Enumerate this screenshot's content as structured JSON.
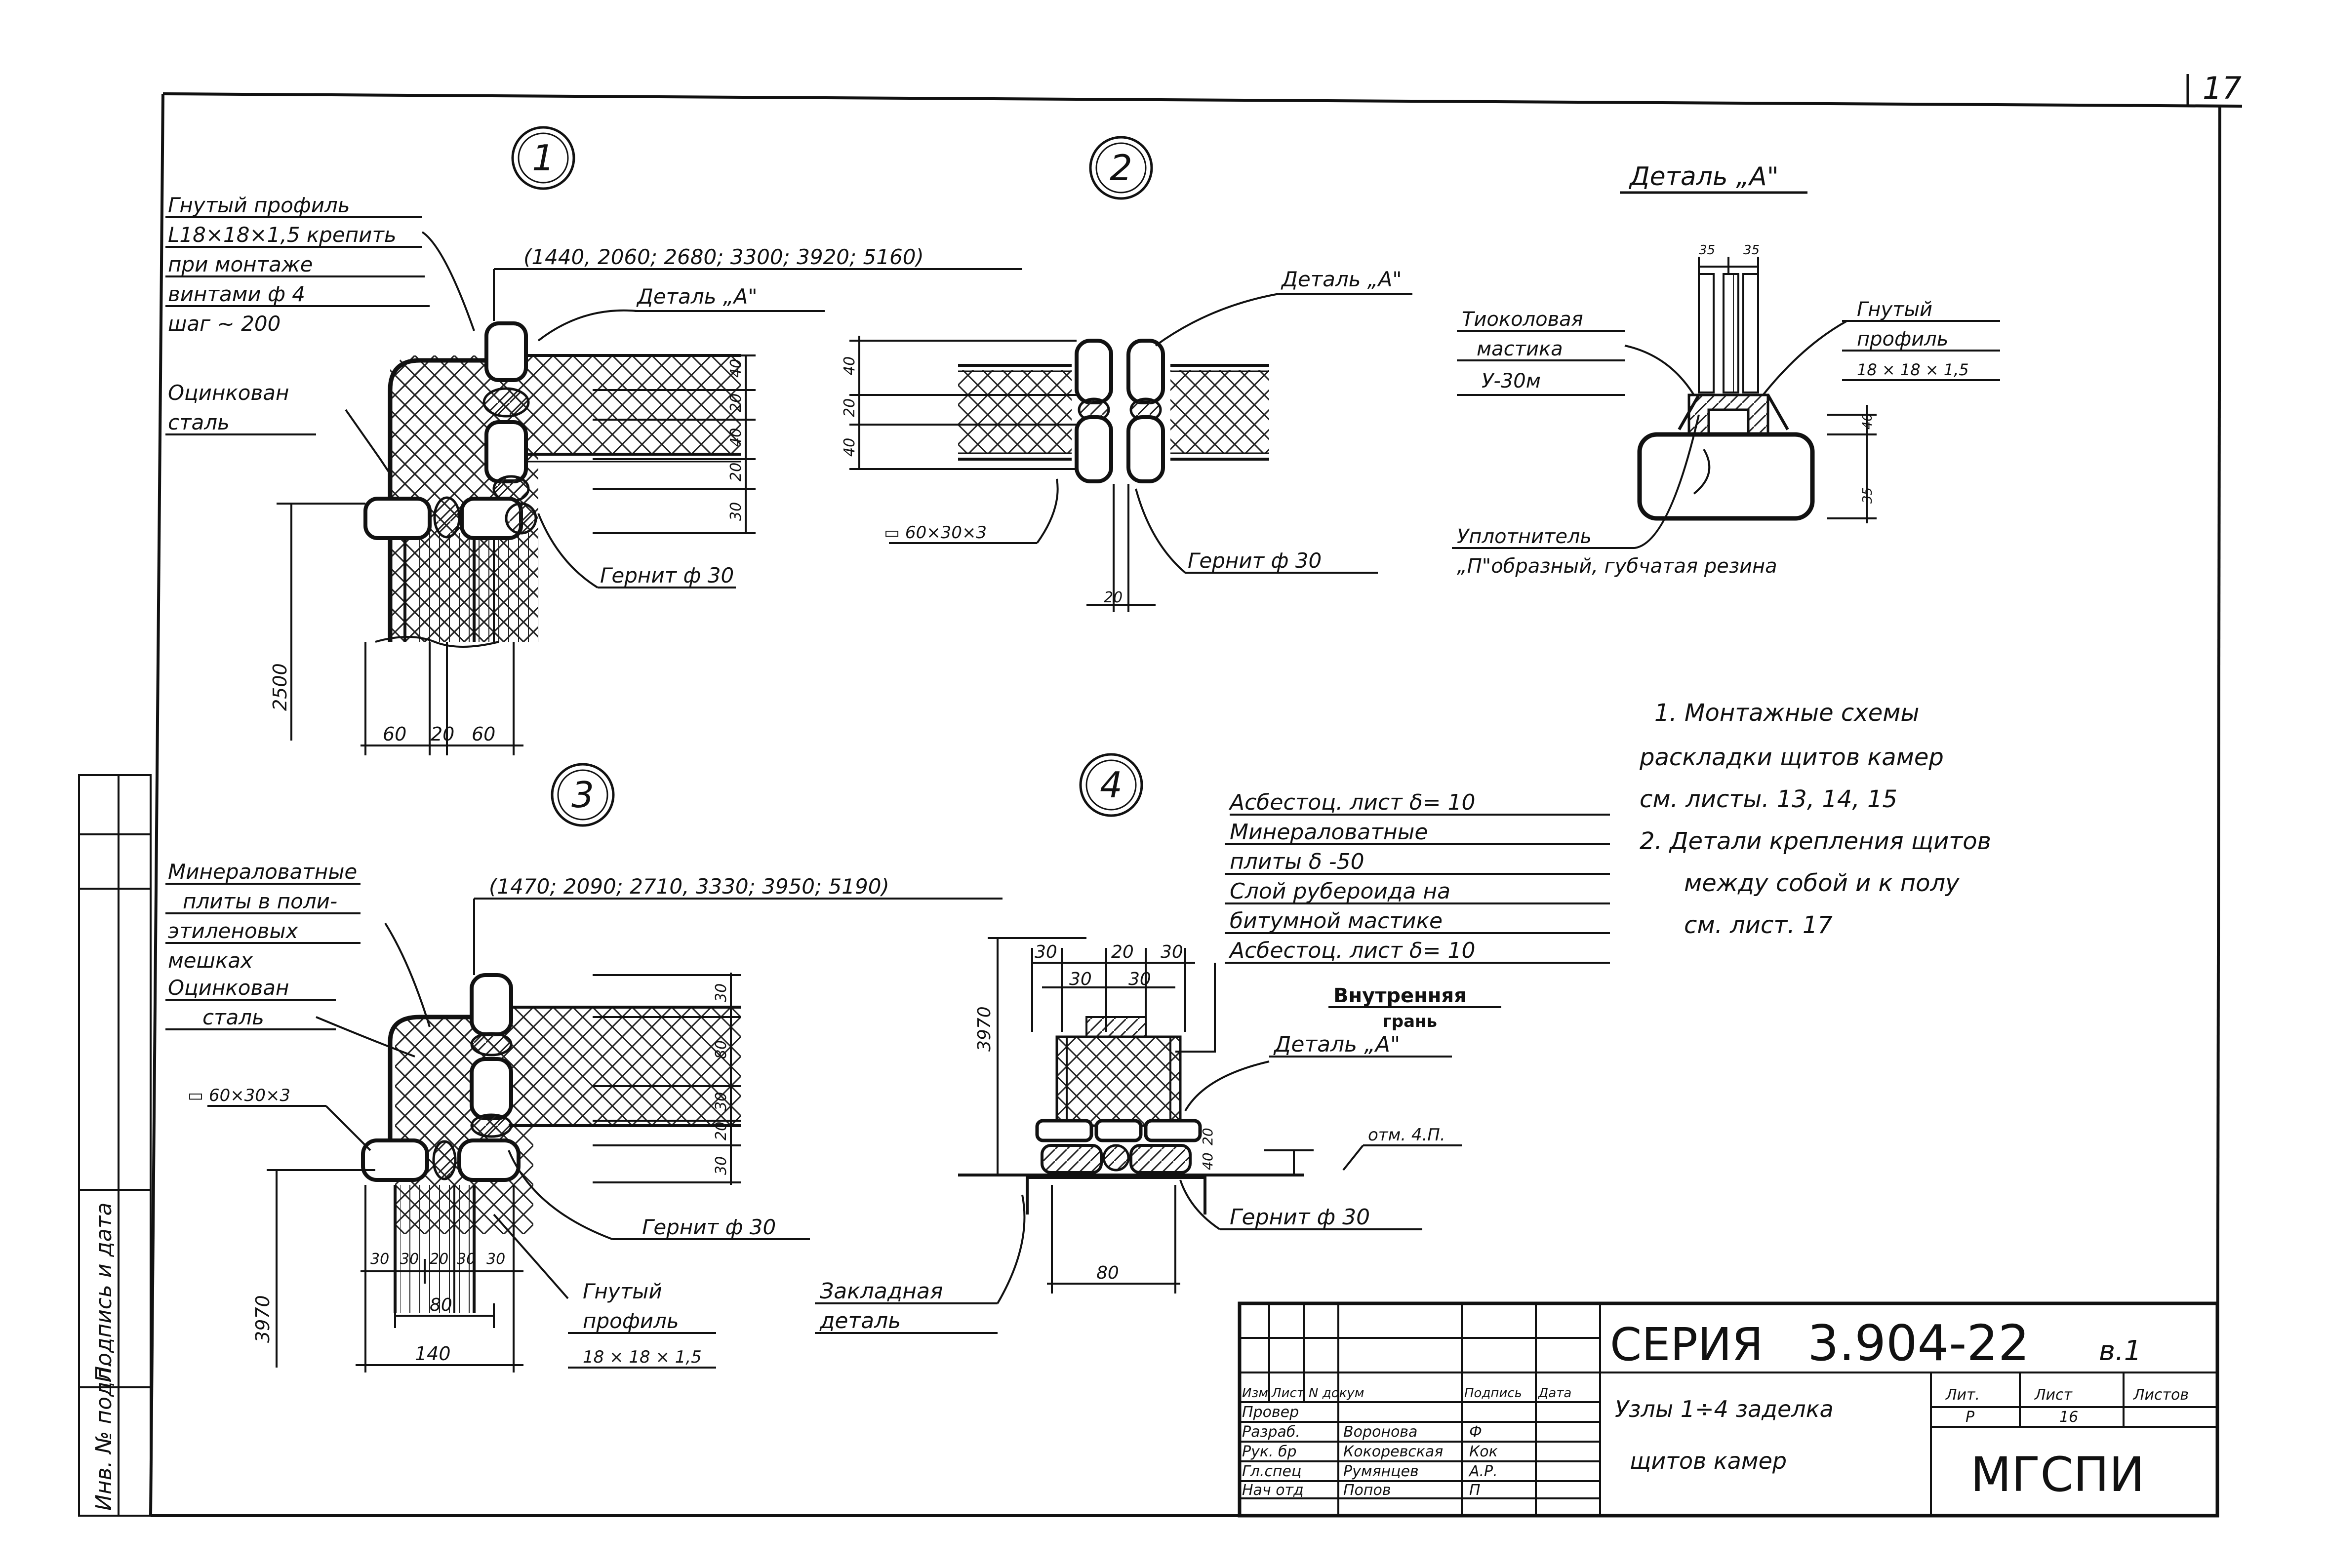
{
  "page_number": "17",
  "nodes": {
    "n1": "1",
    "n2": "2",
    "n3": "3",
    "n4": "4"
  },
  "detail_a": {
    "title": "Деталь „А\"",
    "dims_top": [
      "35",
      "35"
    ],
    "dim_side_1": "40",
    "dim_side_2": "35",
    "mastic": [
      "Тиоколовая",
      "мастика",
      "У-30м"
    ],
    "profile": [
      "Гнутый",
      "профиль",
      "18 × 18 × 1,5"
    ],
    "seal": [
      "Уплотнитель",
      "„П\"образный, губчатая резина"
    ]
  },
  "node1": {
    "profile_note": [
      "Гнутый профиль",
      "L18×18×1,5 крепить",
      "при монтаже",
      "винтами ф 4",
      "шаг ~ 200"
    ],
    "lengths": "(1440, 2060; 2680; 3300; 3920; 5160)",
    "detail_ref": "Деталь „А\"",
    "galv_steel": [
      "Оцинкован",
      "сталь"
    ],
    "dims_right": [
      "40",
      "20",
      "40",
      "20",
      "30"
    ],
    "height": "2500",
    "dims_bottom": [
      "60",
      "20",
      "60"
    ],
    "gernit": "Гернит ф 30"
  },
  "node2": {
    "detail_ref": "Деталь „А\"",
    "dims_left": [
      "40",
      "20",
      "40"
    ],
    "tube": "▭ 60×30×3",
    "gernit": "Гернит ф 30",
    "dim_gap": "20"
  },
  "notes": [
    "1. Монтажные схемы",
    "раскладки щитов камер",
    "см. листы. 13, 14, 15",
    "2. Детали крепления щитов",
    "между собой и к полу",
    "см. лист. 17"
  ],
  "node3": {
    "wool_note": [
      "Минераловатные",
      "плиты в поли-",
      "этиленовых",
      "мешках"
    ],
    "galv_steel": [
      "Оцинкован",
      "сталь"
    ],
    "lengths": "(1470; 2090; 2710, 3330; 3950; 5190)",
    "tube": "▭ 60×30×3",
    "dims_right": [
      "30",
      "80",
      "30",
      "20",
      "30"
    ],
    "height": "3970",
    "dims_bottom": [
      "30",
      "30",
      "20",
      "30",
      "30"
    ],
    "dim_80": "80",
    "dim_140": "140",
    "gernit": "Гернит ф 30",
    "profile": [
      "Гнутый",
      "профиль",
      "18 × 18 × 1,5"
    ]
  },
  "node4": {
    "layers": [
      "Асбестоц. лист δ= 10",
      "Минераловатные",
      "плиты δ -50",
      "Слой рубероида на",
      "битумной мастике",
      "Асбестоц. лист δ= 10"
    ],
    "inner_face": [
      "Внутренняя",
      "грань"
    ],
    "detail_ref": "Деталь „А\"",
    "dims_top": [
      "30",
      "20",
      "30"
    ],
    "dims_top2": [
      "30",
      "30"
    ],
    "height": "3970",
    "dims_side": [
      "20",
      "40"
    ],
    "level": "отм. 4.П.",
    "gernit": "Гернит ф 30",
    "embed": [
      "Закладная",
      "деталь"
    ],
    "dim_80": "80"
  },
  "left_strip": {
    "text1": "Инв. № подл.",
    "text2": "Подпись и дата"
  },
  "title_block": {
    "series": "СЕРИЯ",
    "code": "3.904-22",
    "issue": "в.1",
    "headers": [
      "Изм",
      "Лист",
      "N докум",
      "Подпись",
      "Дата"
    ],
    "roles": [
      "Провер",
      "Разраб.",
      "Рук. бр",
      "Гл.спец",
      "Нач отд"
    ],
    "names": [
      "",
      "Воронова",
      "Кокоревская",
      "Румянцев",
      "Попов"
    ],
    "signs": [
      "",
      "Ф",
      "Кок",
      "А.Р.",
      "П"
    ],
    "title": [
      "Узлы 1÷4 заделка",
      "щитов камер"
    ],
    "stage_labels": [
      "Лит.",
      "Лист",
      "Листов"
    ],
    "stage_values": [
      "Р",
      "16",
      ""
    ],
    "org": "МГСПИ"
  }
}
